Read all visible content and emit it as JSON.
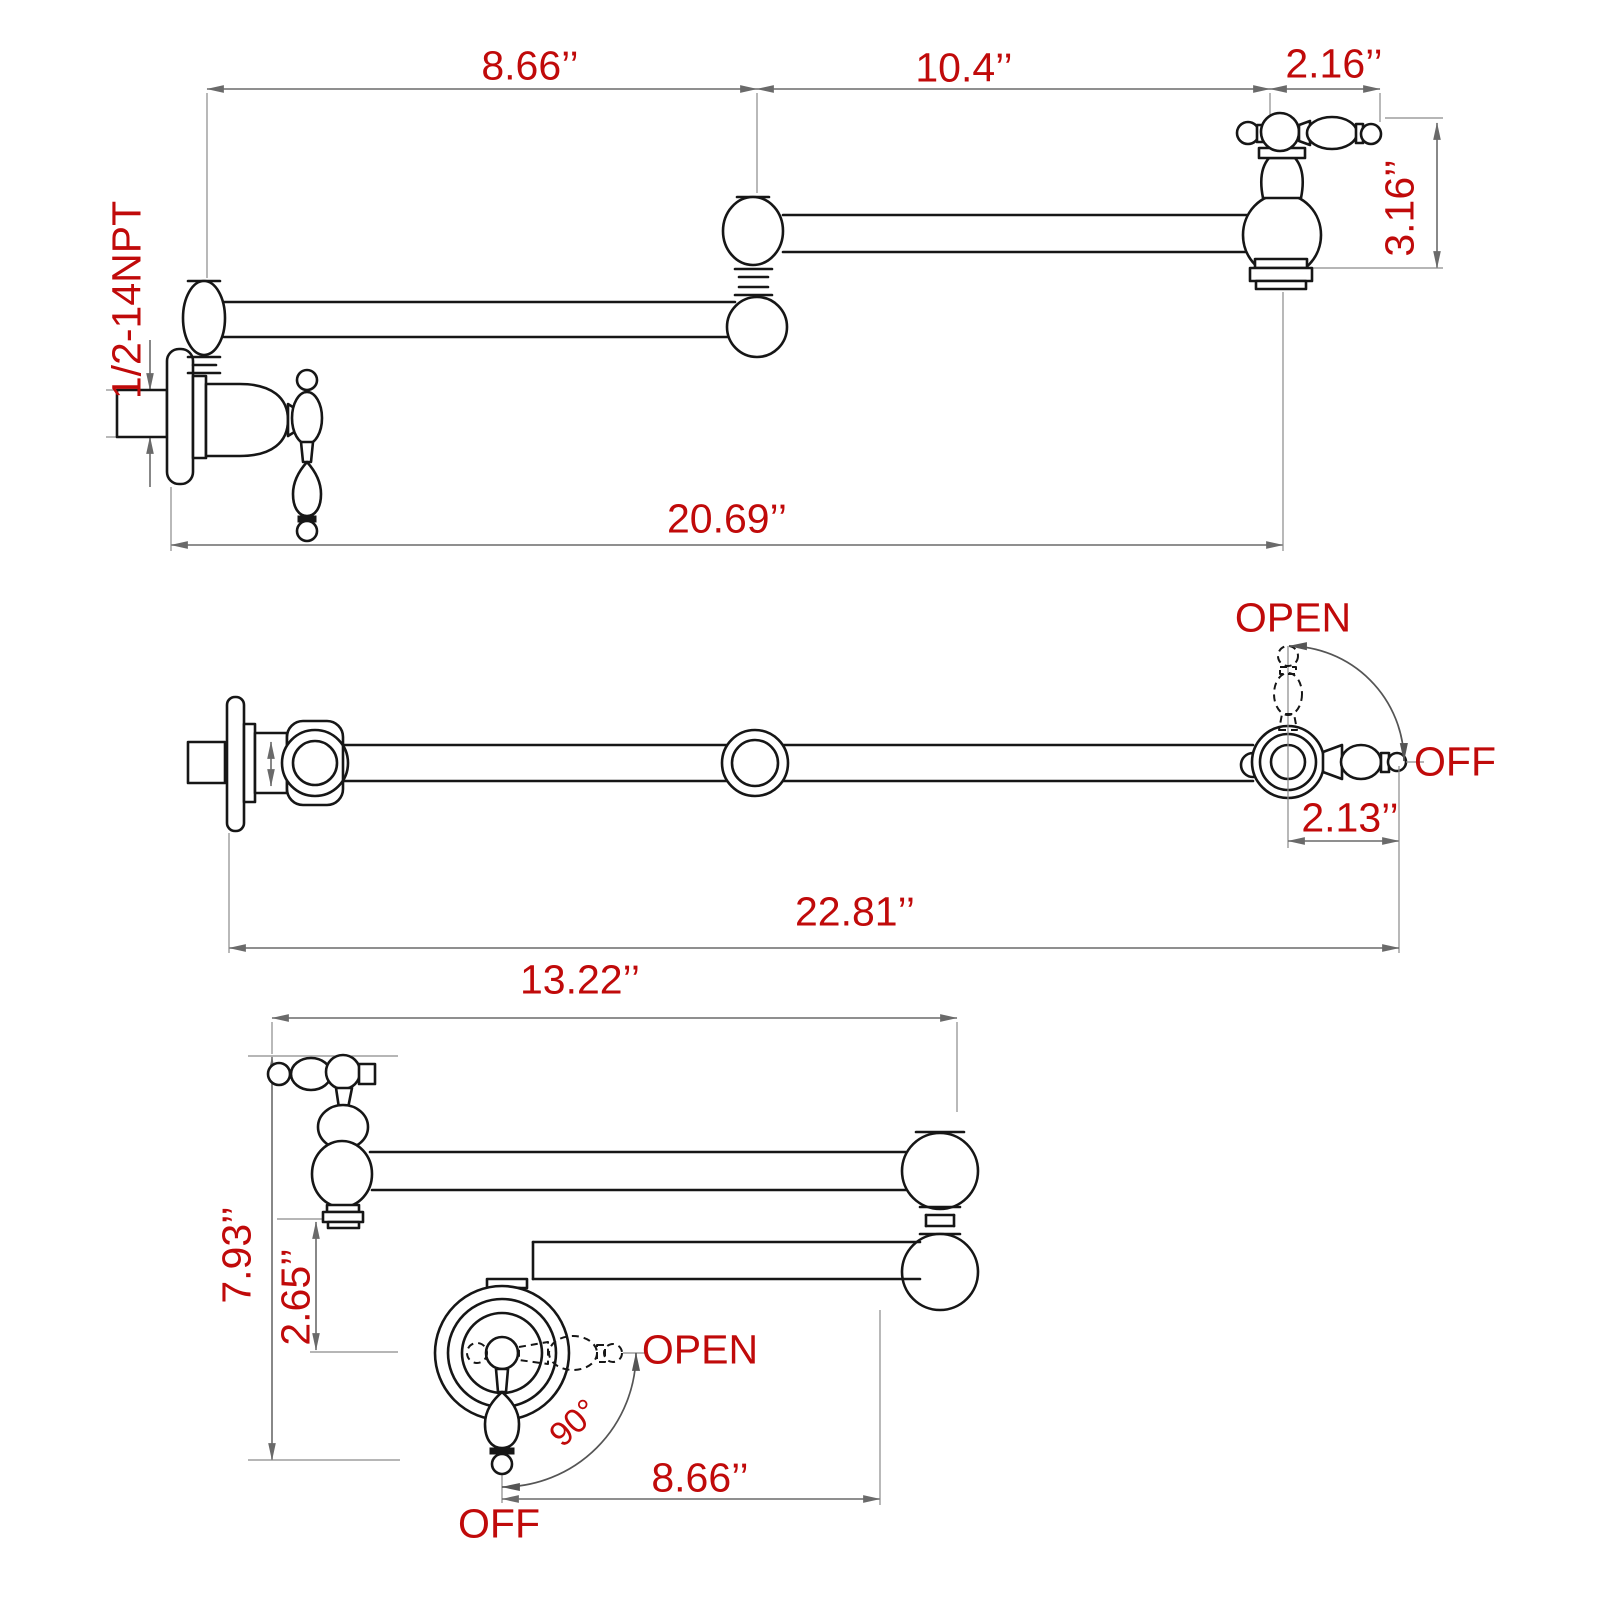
{
  "diagram": {
    "type": "technical-drawing",
    "subject": "Wall-mounted folding pot filler faucet dimension diagram (three views)",
    "colors": {
      "annotation_red": "#c00a0a",
      "outline_black": "#161616",
      "dimension_gray": "#6a6a6a"
    },
    "views": {
      "top_unfolded": {
        "labels": {
          "arm1_span": "8.66’’",
          "arm2_span": "10.4’’",
          "spout_offset": "2.16’’",
          "spout_height": "3.16’’",
          "inlet_thread": "1/2-14NPT",
          "overall_reach": "20.69’’"
        }
      },
      "side_profile": {
        "labels": {
          "open": "OPEN",
          "off": "OFF",
          "handle_length": "2.13’’",
          "overall_length": "22.81’’"
        }
      },
      "front_folded": {
        "labels": {
          "folded_span": "13.22’’",
          "overall_height": "7.93’’",
          "spout_drop": "2.65’’",
          "open": "OPEN",
          "swing_angle": "90°",
          "folded_reach": "8.66’’",
          "off": "OFF"
        }
      }
    }
  }
}
